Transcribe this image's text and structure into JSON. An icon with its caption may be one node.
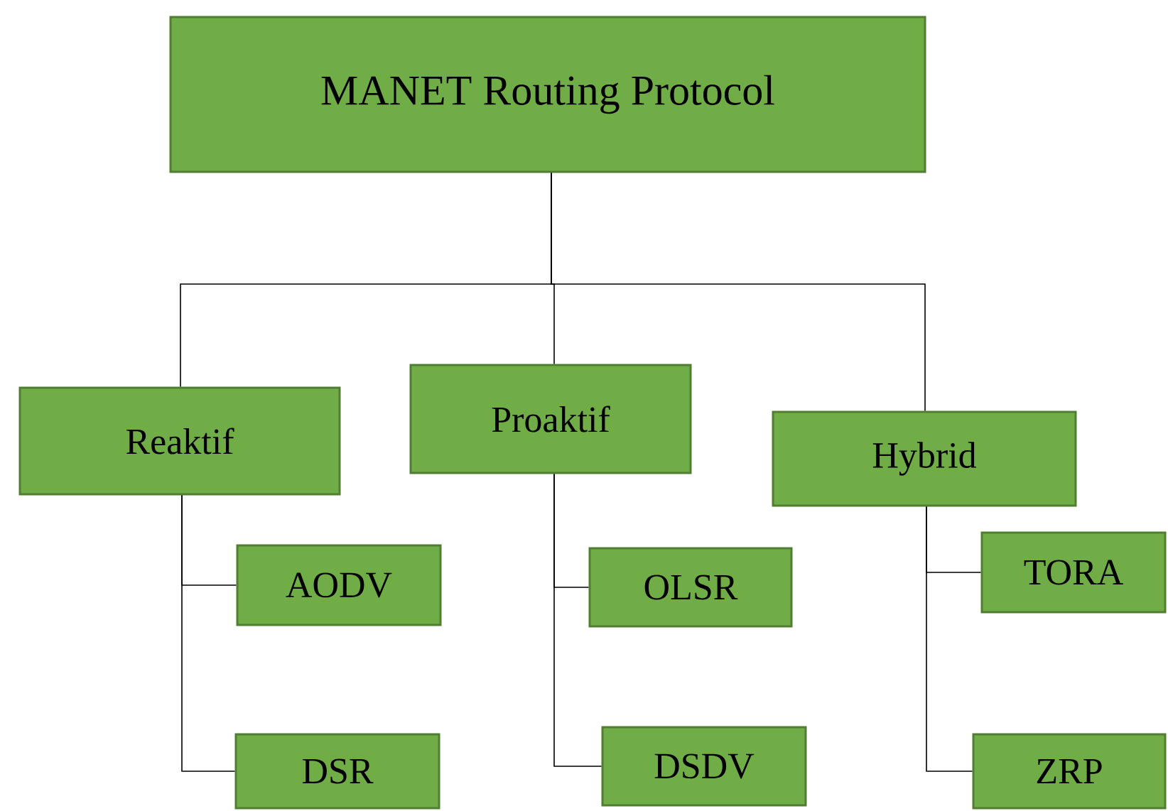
{
  "diagram": {
    "nodes": [
      {
        "text": [
          "MANET Routing Protocol"
        ]
      },
      {
        "text": [
          "Reaktif"
        ]
      },
      {
        "text": [
          "Proaktif"
        ]
      },
      {
        "text": [
          "Hybrid"
        ]
      },
      {
        "text": [
          "AODV"
        ]
      },
      {
        "text": [
          "DSR"
        ]
      },
      {
        "text": [
          "OLSR"
        ]
      },
      {
        "text": [
          "DSDV"
        ]
      },
      {
        "text": [
          "TORA"
        ]
      },
      {
        "text": [
          "ZRP"
        ]
      }
    ],
    "edges": [
      {
        "from": 0,
        "to": 1,
        "arrow": "none"
      },
      {
        "from": 0,
        "to": 2,
        "arrow": "none"
      },
      {
        "from": 0,
        "to": 3,
        "arrow": "none"
      },
      {
        "from": 1,
        "to": 4,
        "arrow": "none"
      },
      {
        "from": 1,
        "to": 5,
        "arrow": "none"
      },
      {
        "from": 2,
        "to": 6,
        "arrow": "none"
      },
      {
        "from": 2,
        "to": 7,
        "arrow": "none"
      },
      {
        "from": 3,
        "to": 8,
        "arrow": "none"
      },
      {
        "from": 3,
        "to": 9,
        "arrow": "none"
      }
    ]
  }
}
